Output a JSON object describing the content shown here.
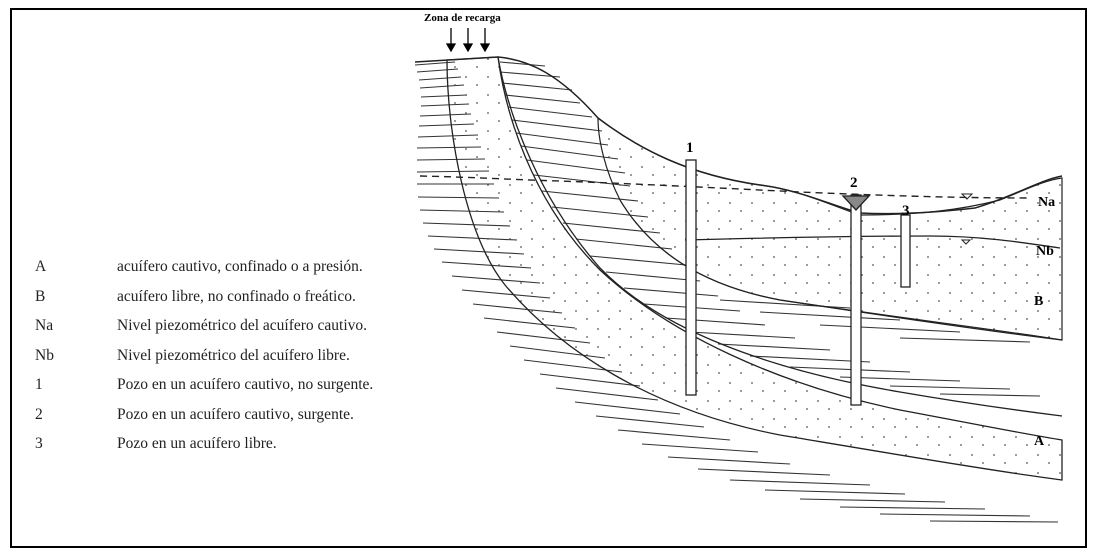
{
  "recharge_label": "Zona de recarga",
  "well_numbers": [
    "1",
    "2",
    "3"
  ],
  "level_labels": {
    "na": "Na",
    "nb": "Nb"
  },
  "aquifer_labels": {
    "b": "B",
    "a": "A"
  },
  "legend": [
    {
      "key": "A",
      "desc": "acuífero cautivo, confinado o a presión."
    },
    {
      "key": "B",
      "desc": "acuífero libre, no confinado o freático."
    },
    {
      "key": "Na",
      "desc": "Nivel piezométrico del acuífero cautivo."
    },
    {
      "key": "Nb",
      "desc": "Nivel piezométrico del acuífero libre."
    },
    {
      "key": "1",
      "desc": "Pozo en un acuífero cautivo, no surgente."
    },
    {
      "key": "2",
      "desc": "Pozo en un acuífero cautivo, surgente."
    },
    {
      "key": "3",
      "desc": "Pozo en un acuífero libre."
    }
  ]
}
